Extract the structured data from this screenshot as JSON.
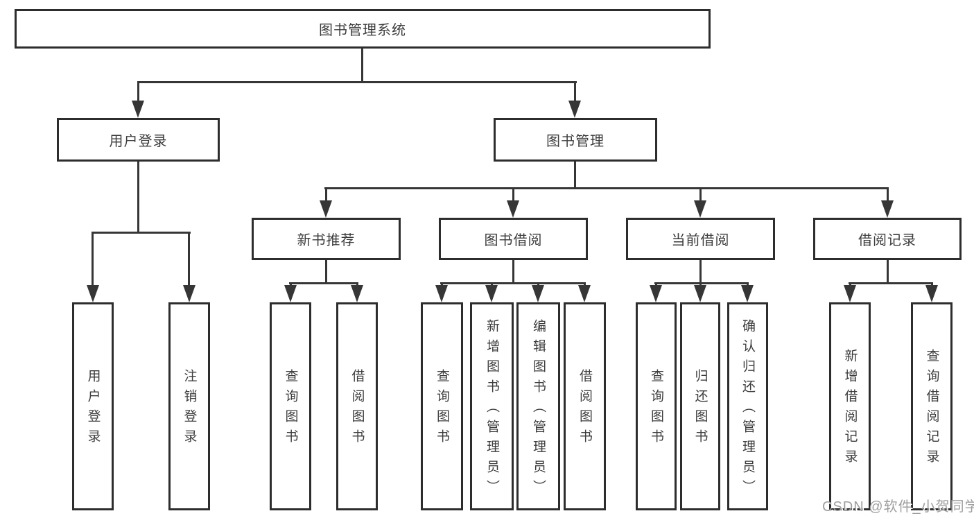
{
  "diagram_title": "图书管理系统",
  "watermark": "CSDN @软件_小贺同学",
  "colors": {
    "line": "#363636",
    "box_border": "#2d2d2d",
    "box_background": "#ffffff",
    "text": "#3c3c3c",
    "watermark": "#9f9f9f"
  },
  "nodes": {
    "root": {
      "label": "图书管理系统",
      "level": 1,
      "parent": null
    },
    "user_login": {
      "label": "用户登录",
      "level": 2,
      "parent": "图书管理系统"
    },
    "book_mgmt": {
      "label": "图书管理",
      "level": 2,
      "parent": "图书管理系统"
    },
    "new_book": {
      "label": "新书推荐",
      "level": 3,
      "parent": "图书管理"
    },
    "book_borrow": {
      "label": "图书借阅",
      "level": 3,
      "parent": "图书管理"
    },
    "current_borrow": {
      "label": "当前借阅",
      "level": 3,
      "parent": "图书管理"
    },
    "borrow_record": {
      "label": "借阅记录",
      "level": 3,
      "parent": "图书管理"
    },
    "leaf_user_login": {
      "label": "用户登录",
      "level": 4,
      "parent": "用户登录"
    },
    "leaf_logout": {
      "label": "注销登录",
      "level": 4,
      "parent": "用户登录"
    },
    "leaf_nb_query": {
      "label": "查询图书",
      "level": 4,
      "parent": "新书推荐"
    },
    "leaf_nb_borrow": {
      "label": "借阅图书",
      "level": 4,
      "parent": "新书推荐"
    },
    "leaf_bb_query": {
      "label": "查询图书",
      "level": 4,
      "parent": "图书借阅"
    },
    "leaf_bb_add": {
      "label": "新增图书（管理员）",
      "level": 4,
      "parent": "图书借阅"
    },
    "leaf_bb_edit": {
      "label": "编辑图书（管理员）",
      "level": 4,
      "parent": "图书借阅"
    },
    "leaf_bb_borrow": {
      "label": "借阅图书",
      "level": 4,
      "parent": "图书借阅"
    },
    "leaf_cb_query": {
      "label": "查询图书",
      "level": 4,
      "parent": "当前借阅"
    },
    "leaf_cb_return": {
      "label": "归还图书",
      "level": 4,
      "parent": "当前借阅"
    },
    "leaf_cb_confirm": {
      "label": "确认归还（管理员）",
      "level": 4,
      "parent": "当前借阅"
    },
    "leaf_br_add": {
      "label": "新增借阅记录",
      "level": 4,
      "parent": "借阅记录"
    },
    "leaf_br_query": {
      "label": "查询借阅记录",
      "level": 4,
      "parent": "借阅记录"
    }
  }
}
